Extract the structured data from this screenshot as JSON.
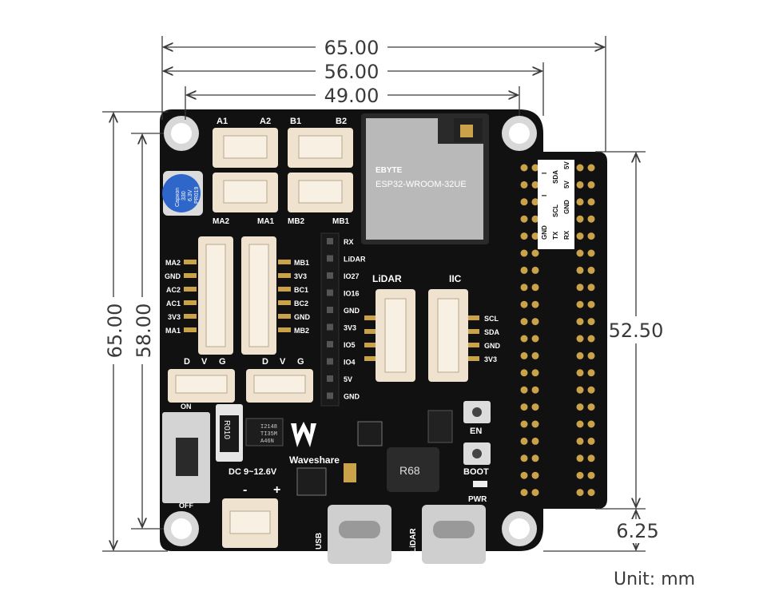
{
  "dimensions": {
    "top_overall": "65.00",
    "top_mid": "56.00",
    "top_inner": "49.00",
    "left_overall": "65.00",
    "left_inner": "58.00",
    "right_header": "52.50",
    "right_bottom": "6.25"
  },
  "unit_label": "Unit: mm",
  "board": {
    "motor_ports_top": [
      "A1",
      "A2",
      "B1",
      "B2"
    ],
    "motor_ports_bottom": [
      "MA2",
      "MA1",
      "MB2",
      "MB1"
    ],
    "left_connector_pins": [
      "MA2",
      "GND",
      "AC2",
      "AC1",
      "3V3",
      "MA1"
    ],
    "right_connector_pins": [
      "MB1",
      "3V3",
      "BC1",
      "BC2",
      "GND",
      "MB2"
    ],
    "header_pins": [
      "RX",
      "LiDAR",
      "IO27",
      "IO16",
      "GND",
      "3V3",
      "IO5",
      "IO4",
      "5V",
      "GND"
    ],
    "lidar_label": "LiDAR",
    "iic_label": "IIC",
    "iic_pins": [
      "SCL",
      "SDA",
      "GND",
      "3V3"
    ],
    "servo_labels_1": [
      "D",
      "V",
      "G"
    ],
    "servo_labels_2": [
      "D",
      "V",
      "G"
    ],
    "module_brand": "EBYTE",
    "module_name": "ESP32-WROOM-32UE",
    "capacitor_text": [
      "Capxon",
      "330",
      "6.3V",
      "PR019"
    ],
    "resistor_text": "R010",
    "chip_text": [
      "I2148",
      "TI35M",
      "A46N"
    ],
    "inductor_text": "R68",
    "switch_on": "ON",
    "switch_off": "OFF",
    "brand": "Waveshare",
    "dc_label": "DC 9~12.6V",
    "polarity_minus": "-",
    "polarity_plus": "+",
    "btn_en": "EN",
    "btn_boot": "BOOT",
    "pwr_label": "PWR",
    "usb_label": "USB",
    "lidar_usb_label": "LiDAR",
    "gpio_table": [
      "GND",
      "I",
      "SCL",
      "SDA",
      "I",
      "TX",
      "RX",
      "GND",
      "5V",
      "5V"
    ]
  },
  "colors": {
    "board": "#111111",
    "connector": "#efe3cf",
    "module": "#b9b9b9",
    "gold": "#c9a24a",
    "silk": "#ffffff",
    "dimension": "#3a3a3a"
  }
}
